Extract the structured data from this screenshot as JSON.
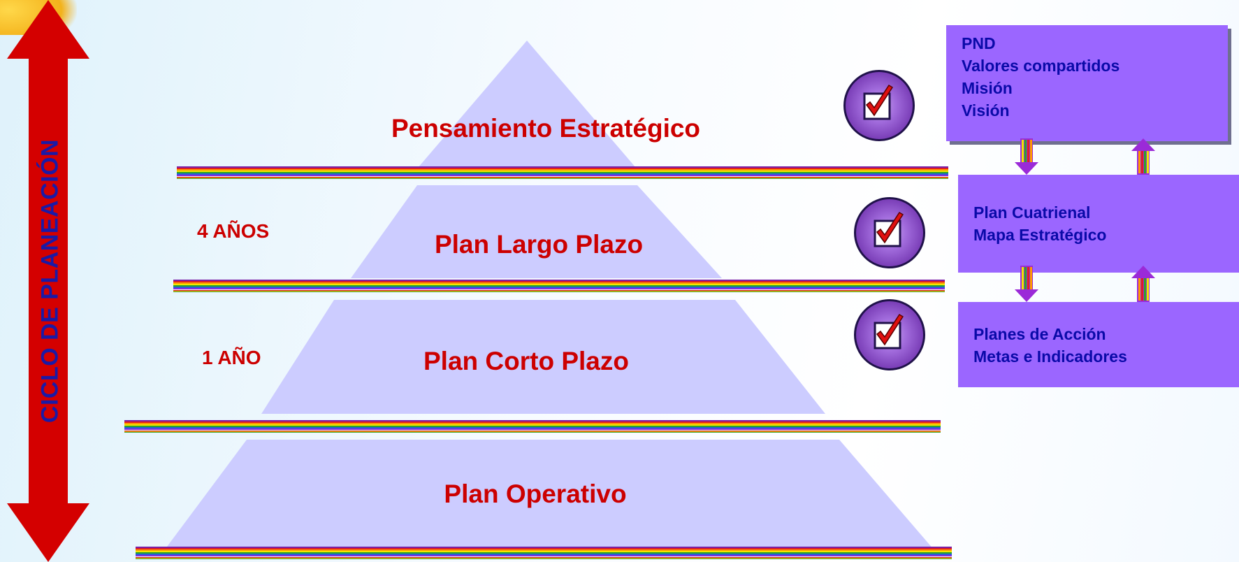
{
  "cycle_label": "CICLO DE PLANEACIÓN",
  "colors": {
    "pyramid_fill": "#ccccff",
    "level_text": "#cc0000",
    "cycle_text": "#1a1aa6",
    "cycle_arrow": "#d40000",
    "box_fill": "#9b66ff",
    "box_text": "#0a0aa8"
  },
  "levels": [
    {
      "label": "Pensamiento Estratégico",
      "time_label": ""
    },
    {
      "label": "Plan Largo Plazo",
      "time_label": "4 AÑOS"
    },
    {
      "label": "Plan Corto Plazo",
      "time_label": "1 AÑO"
    },
    {
      "label": "Plan Operativo",
      "time_label": ""
    }
  ],
  "boxes": [
    {
      "lines": [
        "PND",
        "Valores compartidos",
        "Misión",
        "Visión"
      ]
    },
    {
      "lines": [
        "Plan Cuatrienal",
        "Mapa Estratégico"
      ]
    },
    {
      "lines": [
        "Planes de Acción",
        "Metas e Indicadores"
      ]
    }
  ],
  "icons": {
    "check": "checkmark-checkbox-icon",
    "flow_down": "arrow-down-icon",
    "flow_up": "arrow-up-icon",
    "cycle": "double-headed-vertical-arrow"
  }
}
